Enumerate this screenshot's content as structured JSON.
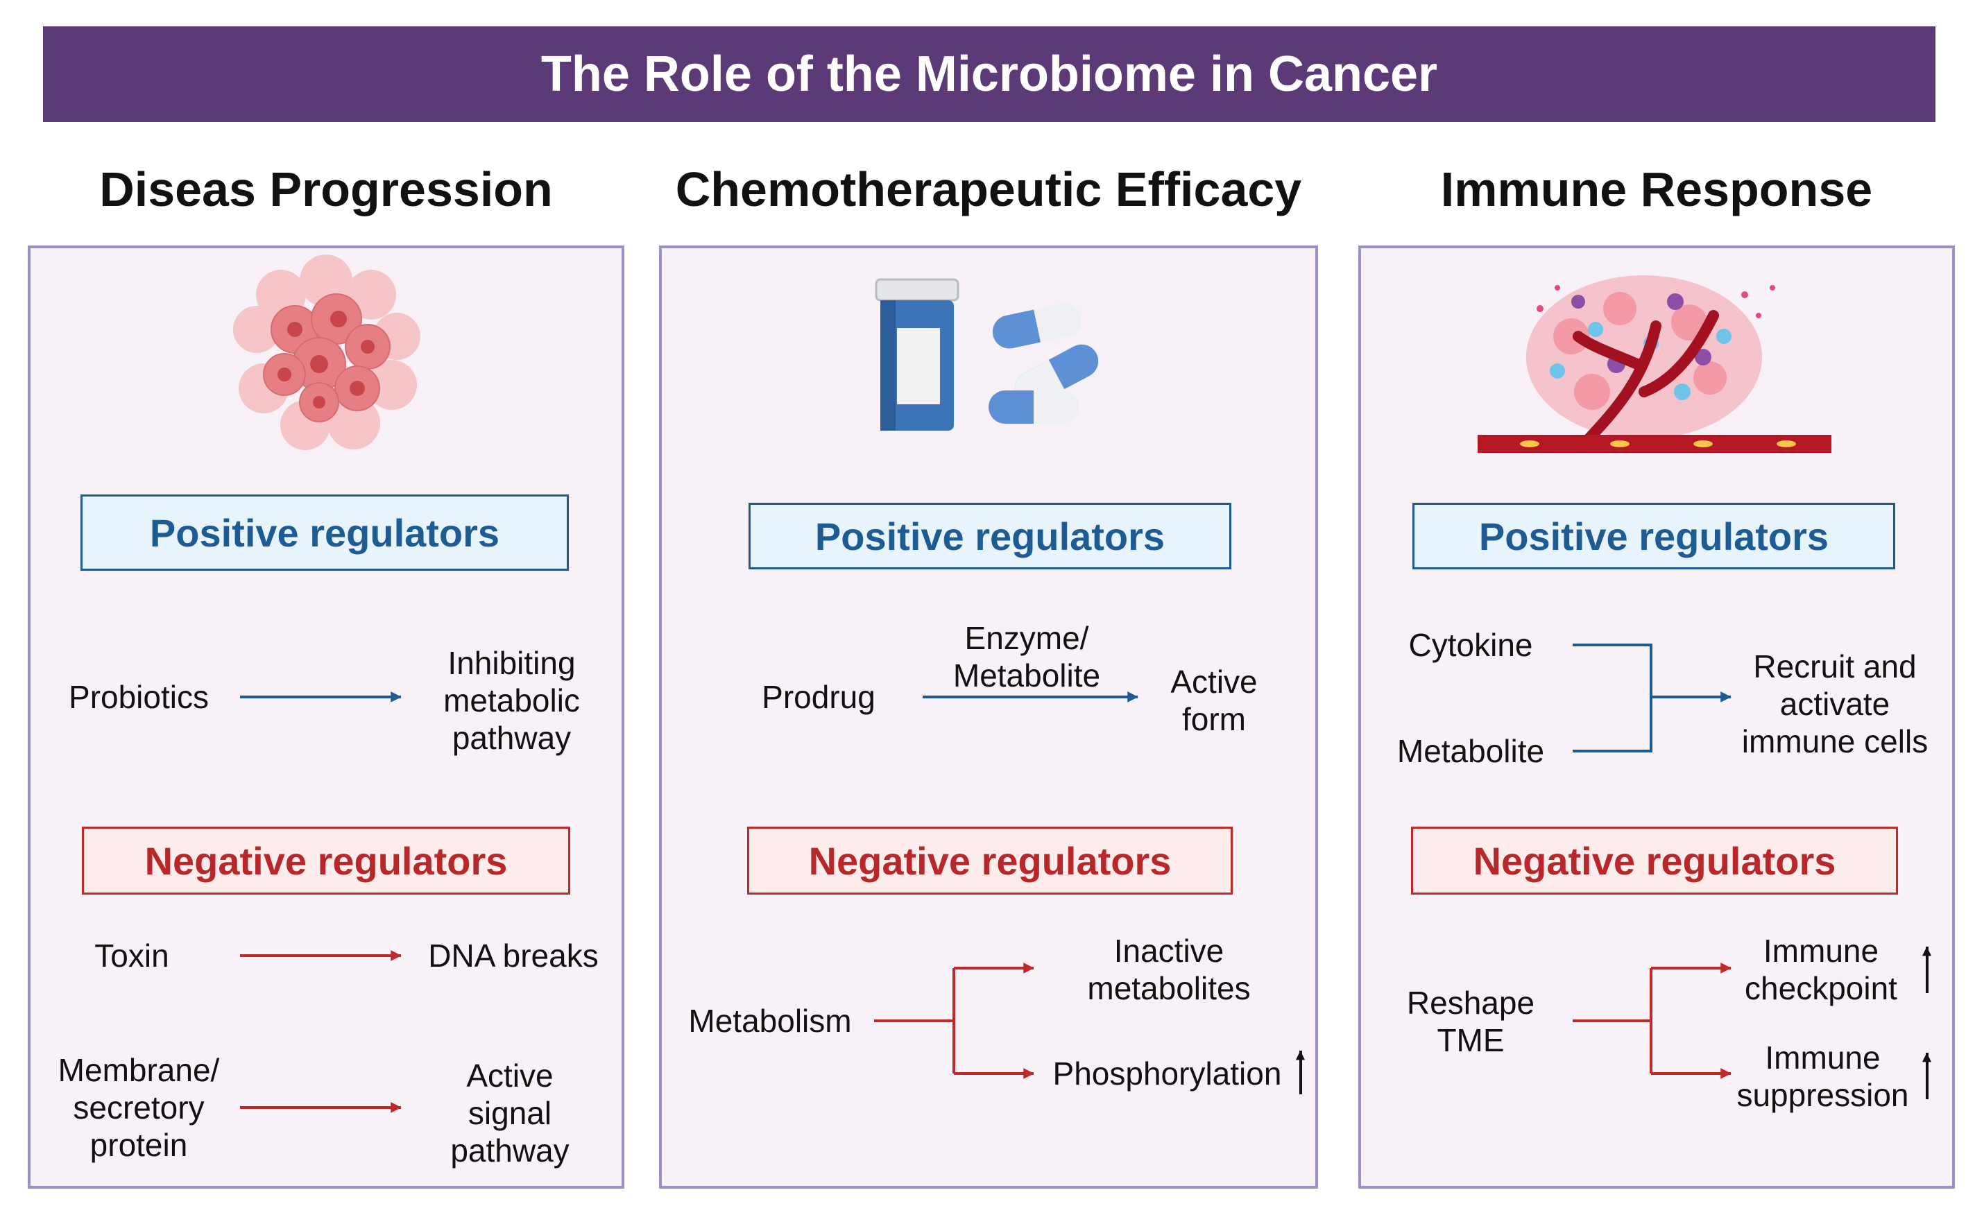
{
  "title": "The Role of the Microbiome in Cancer",
  "columns": [
    {
      "heading": "Diseas Progression",
      "positive_label": "Positive regulators",
      "negative_label": "Negative regulators",
      "positive": {
        "source": "Probiotics",
        "target": "Inhibiting metabolic pathway"
      },
      "negative": [
        {
          "source": "Toxin",
          "target": "DNA breaks"
        },
        {
          "source": "Membrane/ secretory protein",
          "target": "Active signal pathway"
        }
      ]
    },
    {
      "heading": "Chemotherapeutic Efficacy",
      "positive_label": "Positive regulators",
      "negative_label": "Negative regulators",
      "positive": {
        "source": "Prodrug",
        "via": "Enzyme/ Metabolite",
        "target": "Active form"
      },
      "negative": {
        "source": "Metabolism",
        "targets": [
          "Inactive metabolites",
          "Phosphorylation"
        ]
      }
    },
    {
      "heading": "Immune Response",
      "positive_label": "Positive regulators",
      "negative_label": "Negative regulators",
      "positive": {
        "sources": [
          "Cytokine",
          "Metabolite"
        ],
        "target": "Recruit and activate immune cells"
      },
      "negative": {
        "source": "Reshape TME",
        "targets": [
          "Immune checkpoint",
          "Immune suppression"
        ]
      }
    }
  ],
  "colors": {
    "banner": "#5c3a78",
    "positive": "#1f5b93",
    "negative": "#c0282b",
    "panel_border": "#9a8fc8",
    "panel_bg": "#f8f2f8"
  },
  "icons": [
    "tumor-cell-cluster-icon",
    "pill-bottle-capsules-icon",
    "tumor-blood-vessel-icon",
    "up-arrow-icon"
  ]
}
